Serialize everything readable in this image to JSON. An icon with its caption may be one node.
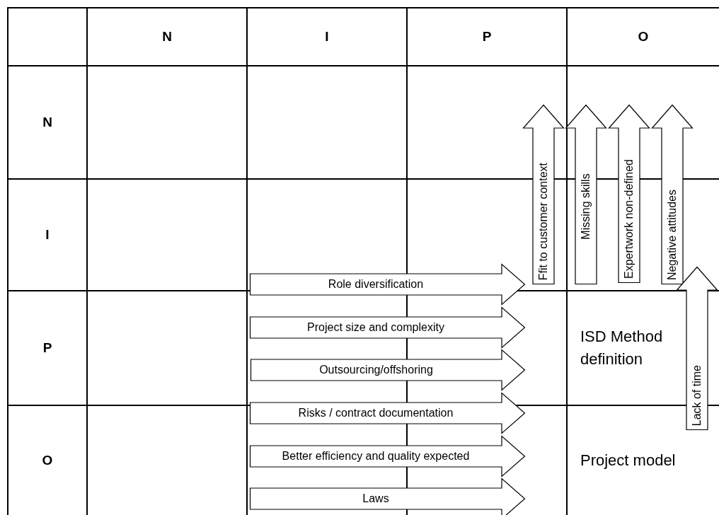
{
  "diagram": {
    "nodes": [
      {
        "text": [
          "Ffit to customer context"
        ]
      },
      {
        "text": [
          "Missing skills"
        ]
      },
      {
        "text": [
          "Expertwork non-defined"
        ]
      },
      {
        "text": [
          "Negative attitudes"
        ]
      },
      {
        "text": [
          "Role diversification"
        ]
      },
      {
        "text": [
          "Lack of time"
        ]
      },
      {
        "text": [
          "Project size and complexity"
        ]
      },
      {
        "text": [
          "ISD Method definition"
        ]
      },
      {
        "text": [
          "Outsourcing/offshoring"
        ]
      },
      {
        "text": [
          "Risks / contract documentation"
        ]
      },
      {
        "text": [
          "Better efficiency and quality expected"
        ]
      },
      {
        "text": [
          "Project model"
        ]
      },
      {
        "text": [
          "Laws"
        ]
      }
    ],
    "labels": [
      "N",
      "I",
      "P",
      "O",
      "N",
      "I",
      "P",
      "O"
    ]
  }
}
